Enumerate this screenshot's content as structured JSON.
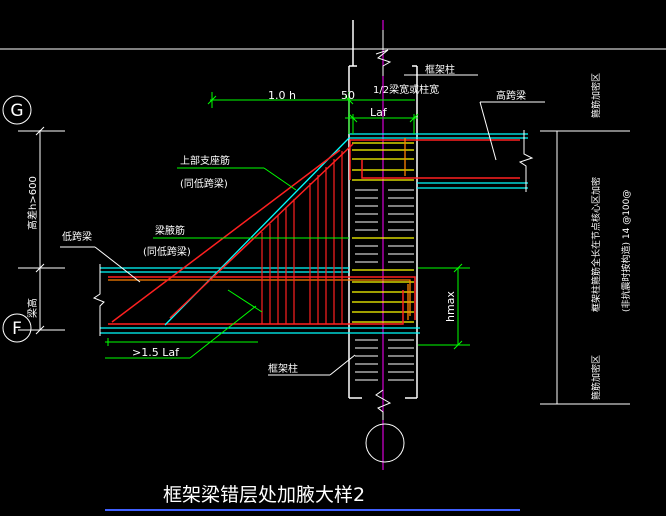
{
  "title": "框架梁错层处加腋大样2",
  "axes": {
    "top": "G",
    "bottom": "F"
  },
  "labels": {
    "frame_column_top": "框架柱",
    "frame_column_bottom": "框架柱",
    "dim_10h": "1.0 h",
    "dim_50": "50",
    "half_width": "1/2梁宽或柱宽",
    "laf": "Laf",
    "high_beam": "高跨梁",
    "top_support_bar": "上部支座筋",
    "same_low_beam_1": "(同低跨梁)",
    "haunch_bar": "梁腋筋",
    "same_low_beam_2": "(同低跨梁)",
    "low_beam": "低跨梁",
    "height_diff": "高差h>600",
    "beam_height": "梁高",
    "min_anchor": ">1.5 Laf",
    "hmax": "hmax",
    "stirrup_zone_top": "箍筋加密区",
    "stirrup_zone_bottom": "箍筋加密区",
    "core_stirrup_1": "框架柱箍筋全长在节点核心区加密",
    "core_stirrup_2": "(非抗震时按构造) 14 @100@"
  },
  "colors": {
    "cyan": "#00ffff",
    "yellow": "#ffff00",
    "green": "#00ff00",
    "red": "#ff2020",
    "orange": "#ff8000",
    "magenta": "#ff00ff",
    "white": "#ffffff",
    "blue": "#4060ff"
  }
}
